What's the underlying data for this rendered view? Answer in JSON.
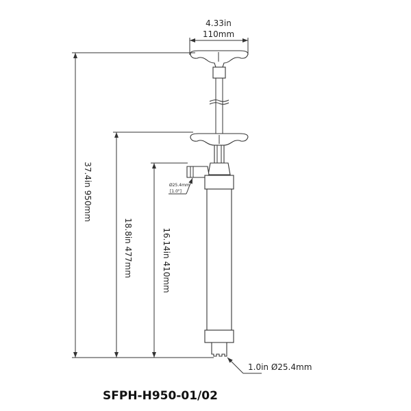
{
  "diagram": {
    "title": "SFPH-H950-01/02",
    "handle_width_in": "4.33in",
    "handle_width_mm": "110mm",
    "overall_height": "37.4in 950mm",
    "handle_to_base": "18.8in 477mm",
    "outlet_to_base": "16.14in 410mm",
    "outlet_diameter_mm": "Ø25.4mm",
    "outlet_diameter_in": "[1.0\"]",
    "inlet_diameter": "1.0in  Ø25.4mm"
  }
}
